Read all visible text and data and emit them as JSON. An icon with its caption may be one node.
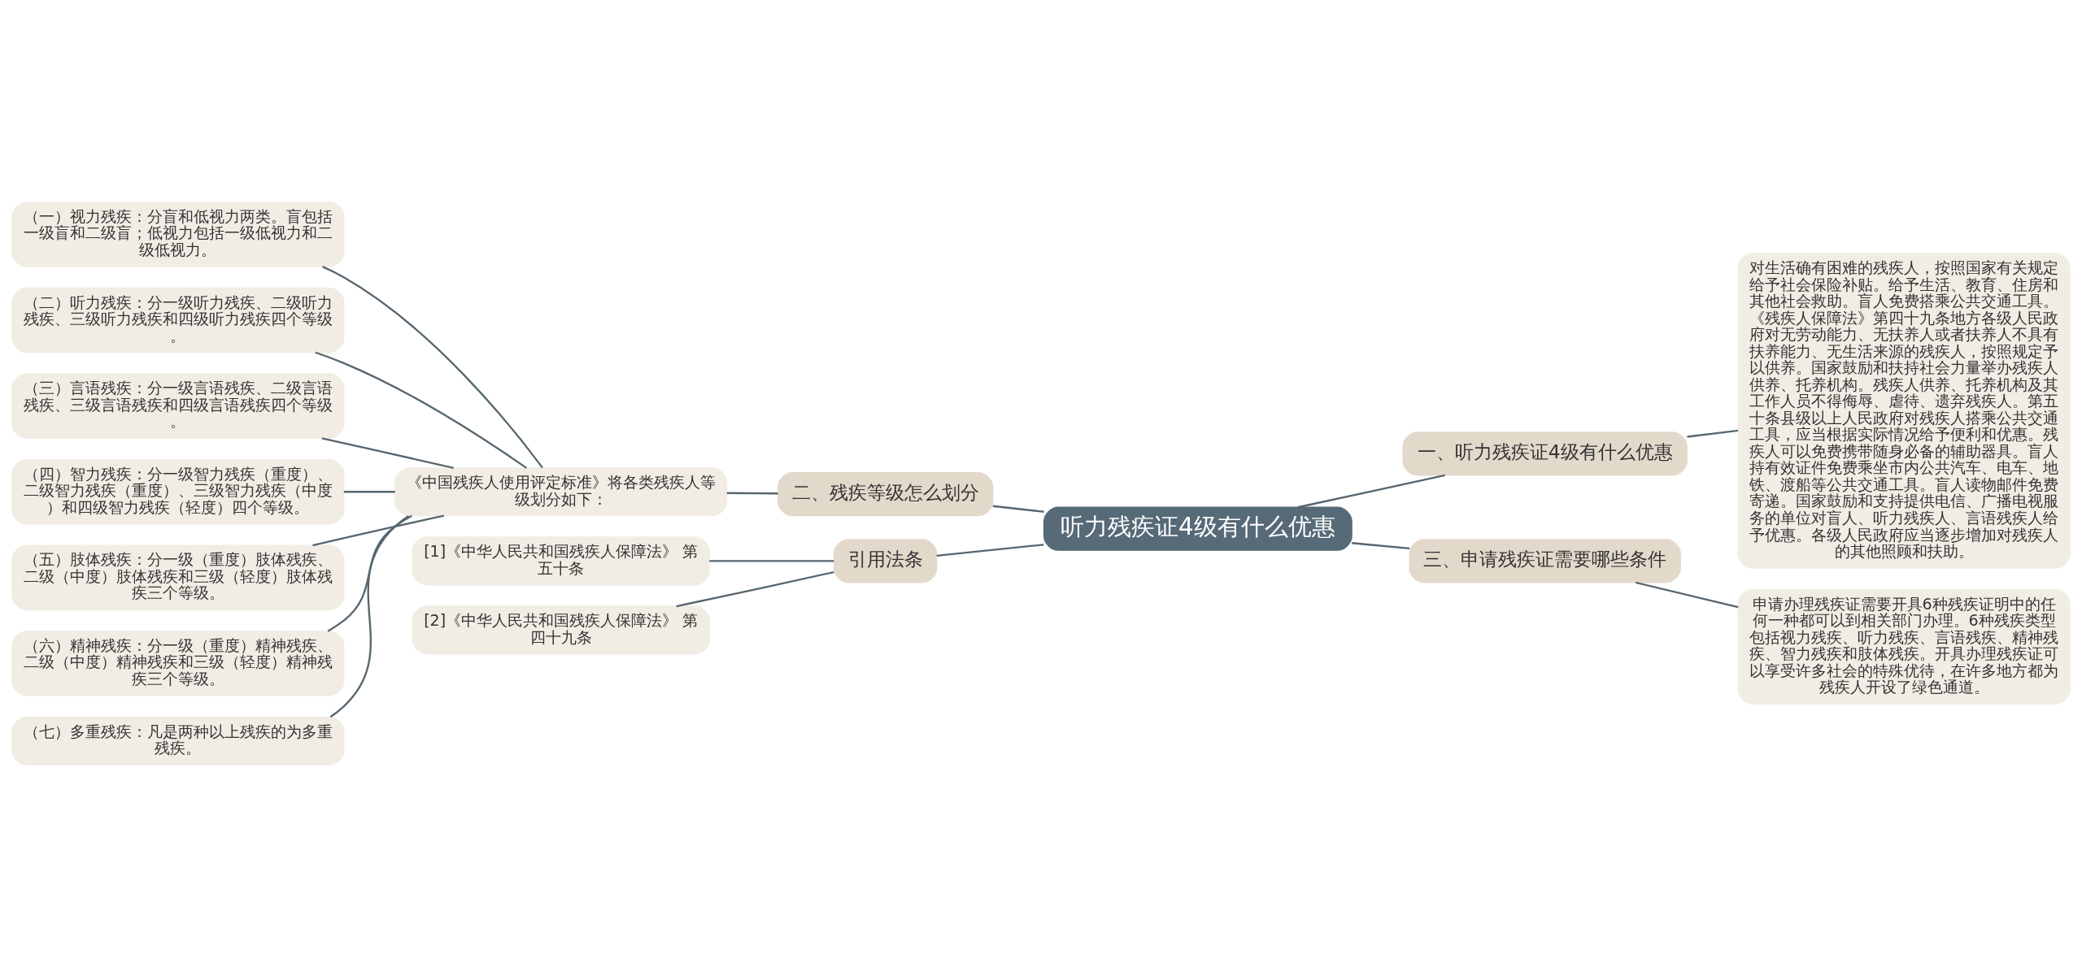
{
  "diagram": {
    "nodes": [
      {
        "text": [
          "听力残疾证4级有什么优惠"
        ]
      },
      {
        "text": [
          "二、残疾等级怎么划分"
        ]
      },
      {
        "text": [
          "《中国残疾人使用评定标准》将各类残疾人等级划分如下："
        ]
      },
      {
        "text": [
          "（一）视力残疾：分盲和低视力两类。盲包括一级盲和二级盲；低视力包括一级低视力和二级低视力。"
        ]
      },
      {
        "text": [
          "（二）听力残疾：分一级听力残疾、二级听力残疾、三级听力残疾和四级听力残疾四个等级。"
        ]
      },
      {
        "text": [
          "（三）言语残疾：分一级言语残疾、二级言语残疾、三级言语残疾和四级言语残疾四个等级。"
        ]
      },
      {
        "text": [
          "（四）智力残疾：分一级智力残疾（重度）、二级智力残疾（重度）、三级智力残疾（中度）和四级智力残疾（轻度）四个等级。"
        ]
      },
      {
        "text": [
          "（五）肢体残疾：分一级（重度）肢体残疾、二级（中度）肢体残疾和三级（轻度）肢体残疾三个等级。"
        ]
      },
      {
        "text": [
          "（六）精神残疾：分一级（重度）精神残疾、二级（中度）精神残疾和三级（轻度）精神残疾三个等级。"
        ]
      },
      {
        "text": [
          "（七）多重残疾：凡是两种以上残疾的为多重残疾。"
        ]
      },
      {
        "text": [
          "引用法条"
        ]
      },
      {
        "text": [
          "[1]《中华人民共和国残疾人保障法》 第五十条"
        ]
      },
      {
        "text": [
          "[2]《中华人民共和国残疾人保障法》 第四十九条"
        ]
      },
      {
        "text": [
          "一、听力残疾证4级有什么优惠"
        ]
      },
      {
        "text": [
          "对生活确有困难的残疾人，按照国家有关规定给予社会保险补贴。给予生活、教育、住房和其他社会救助。盲人免费搭乘公共交通工具。《残疾人保障法》第四十九条地方各级人民政府对无劳动能力、无扶养人或者扶养人不具有扶养能力、无生活来源的残疾人，按照规定予以供养。国家鼓励和扶持社会力量举办残疾人供养、托养机构。残疾人供养、托养机构及其工作人员不得侮辱、虐待、遗弃残疾人。第五十条县级以上人民政府对残疾人搭乘公共交通工具，应当根据实际情况给予便利和优惠。残疾人可以免费携带随身必备的辅助器具。盲人持有效证件免费乘坐市内公共汽车、电车、地铁、渡船等公共交通工具。盲人读物邮件免费寄递。国家鼓励和支持提供电信、广播电视服务的单位对盲人、听力残疾人、言语残疾人给予优惠。各级人民政府应当逐步增加对残疾人的其他照顾和扶助。"
        ]
      },
      {
        "text": [
          "三、申请残疾证需要哪些条件"
        ]
      },
      {
        "text": [
          "申请办理残疾证需要开具6种残疾证明中的任何一种都可以到相关部门办理。6种残疾类型包括视力残疾、听力残疾、言语残疾、精神残疾、智力残疾和肢体残疾。开具办理残疾证可以享受许多社会的特殊优待，在许多地方都为残疾人开设了绿色通道。"
        ]
      }
    ],
    "edges": [
      {
        "from": 0,
        "to": 1,
        "arrow": "none"
      },
      {
        "from": 1,
        "to": 2,
        "arrow": "none"
      },
      {
        "from": 2,
        "to": 3,
        "arrow": "none"
      },
      {
        "from": 2,
        "to": 4,
        "arrow": "none"
      },
      {
        "from": 2,
        "to": 5,
        "arrow": "none"
      },
      {
        "from": 2,
        "to": 6,
        "arrow": "none"
      },
      {
        "from": 2,
        "to": 7,
        "arrow": "none"
      },
      {
        "from": 2,
        "to": 8,
        "arrow": "none"
      },
      {
        "from": 2,
        "to": 9,
        "arrow": "none"
      },
      {
        "from": 0,
        "to": 10,
        "arrow": "none"
      },
      {
        "from": 10,
        "to": 11,
        "arrow": "none"
      },
      {
        "from": 10,
        "to": 12,
        "arrow": "none"
      },
      {
        "from": 0,
        "to": 13,
        "arrow": "none"
      },
      {
        "from": 13,
        "to": 14,
        "arrow": "none"
      },
      {
        "from": 0,
        "to": 15,
        "arrow": "none"
      },
      {
        "from": 15,
        "to": 16,
        "arrow": "none"
      }
    ]
  }
}
